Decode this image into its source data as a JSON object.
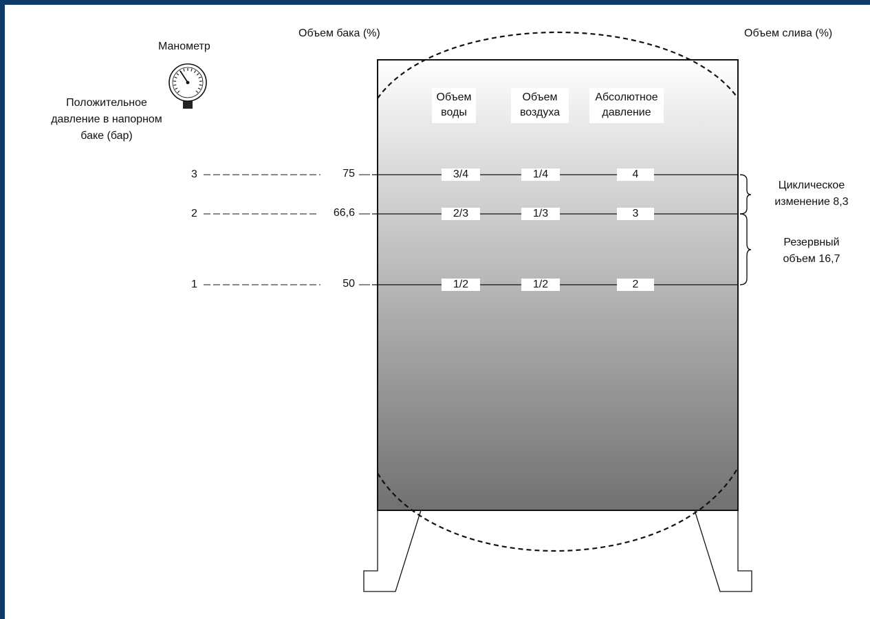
{
  "labels": {
    "tank_volume": "Объем бака (%)",
    "drain_volume": "Объем слива (%)",
    "gauge": "Манометр",
    "positive_pressure": "Положительное\nдавление в напорном\nбаке (бар)",
    "cyclic_change": "Циклическое\nизменение 8,3",
    "reserve_volume": "Резервный\nобъем 16,7"
  },
  "column_headers": {
    "water_volume": "Объем\nводы",
    "air_volume": "Объем\nвоздуха",
    "absolute_pressure": "Абсолютное\nдавление"
  },
  "levels": [
    {
      "pressure_bar": "3",
      "tank_volume_pct": "75",
      "water": "3/4",
      "air": "1/4",
      "absolute": "4"
    },
    {
      "pressure_bar": "2",
      "tank_volume_pct": "66,6",
      "water": "2/3",
      "air": "1/3",
      "absolute": "3"
    },
    {
      "pressure_bar": "1",
      "tank_volume_pct": "50",
      "water": "1/2",
      "air": "1/2",
      "absolute": "2"
    }
  ],
  "colors": {
    "frame": "#0d3a66",
    "tank_top": "#ffffff",
    "tank_bottom": "#707173"
  }
}
